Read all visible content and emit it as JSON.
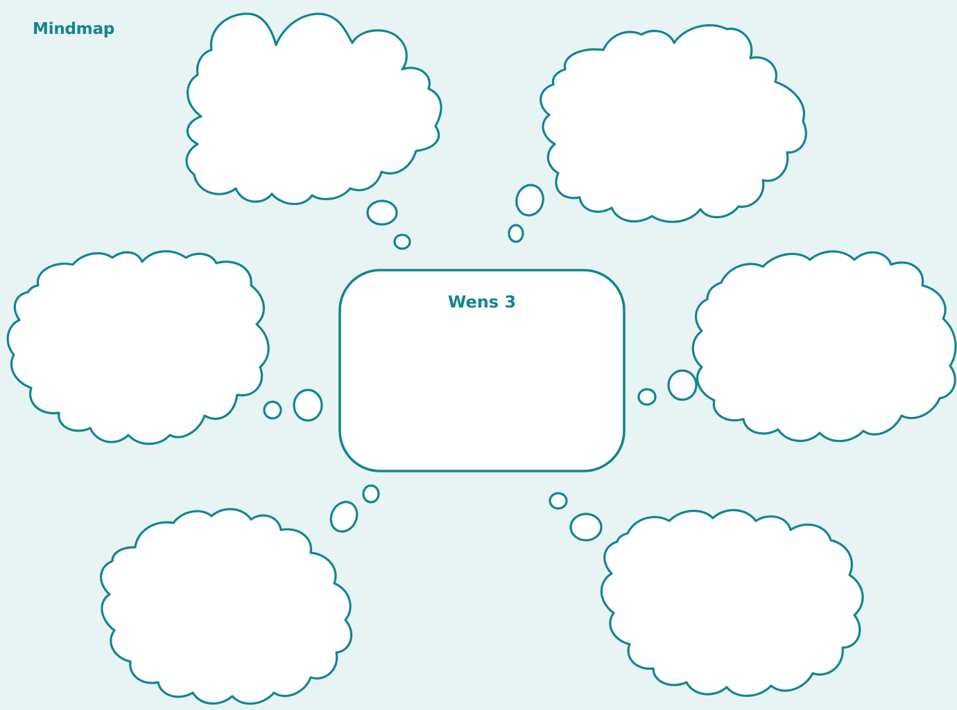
{
  "title": "Mindmap",
  "center": {
    "label": "Wens 3"
  },
  "colors": {
    "background": "#e8f3f4",
    "stroke": "#13858f",
    "fill": "#ffffff"
  },
  "nodes": [
    {
      "id": "top-left",
      "label": ""
    },
    {
      "id": "top-right",
      "label": ""
    },
    {
      "id": "middle-left",
      "label": ""
    },
    {
      "id": "middle-right",
      "label": ""
    },
    {
      "id": "bottom-left",
      "label": ""
    },
    {
      "id": "bottom-right",
      "label": ""
    }
  ]
}
